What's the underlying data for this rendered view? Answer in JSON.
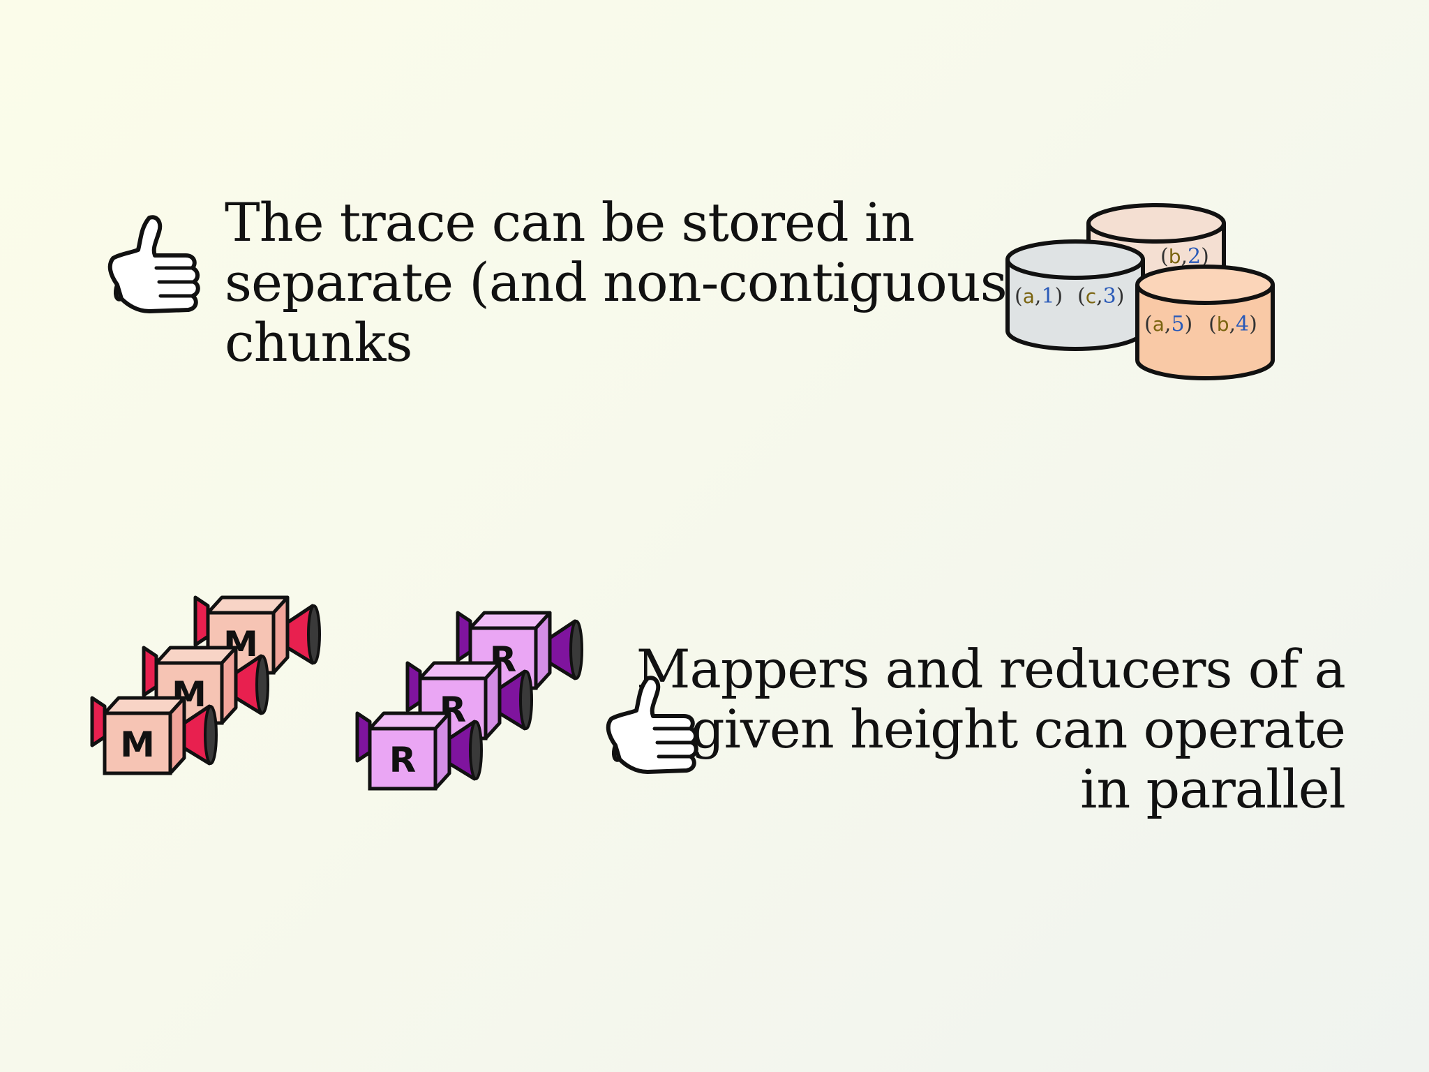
{
  "statements": [
    {
      "lines": [
        "The trace can be stored in",
        "separate (and non-contiguous)",
        "chunks"
      ]
    },
    {
      "lines": [
        "Mappers and reducers of a",
        "given height can operate",
        "in parallel"
      ]
    }
  ],
  "icons": {
    "thumbs_up": "thumbs-up-icon",
    "database": "database-cylinder-icon",
    "mapper": "mapper-box-icon",
    "reducer": "reducer-box-icon"
  },
  "storage_chunks": [
    {
      "color": "#dfe3e4",
      "tuples": [
        {
          "key": "a",
          "value": "1"
        },
        {
          "key": "c",
          "value": "3"
        }
      ]
    },
    {
      "color": "#f4dfd2",
      "tuples": [
        {
          "key": "b",
          "value": "2"
        }
      ]
    },
    {
      "color": "#f9c9a6",
      "tuples": [
        {
          "key": "a",
          "value": "5"
        },
        {
          "key": "b",
          "value": "4"
        }
      ]
    }
  ],
  "mapper_label": "M",
  "reducer_label": "R",
  "colors": {
    "mapper_box": "#f6c4b4",
    "mapper_side": "#f1a49a",
    "mapper_funnel": "#e8204f",
    "reducer_box": "#eaa6f4",
    "reducer_side": "#d48ee6",
    "reducer_funnel": "#7f149e"
  }
}
